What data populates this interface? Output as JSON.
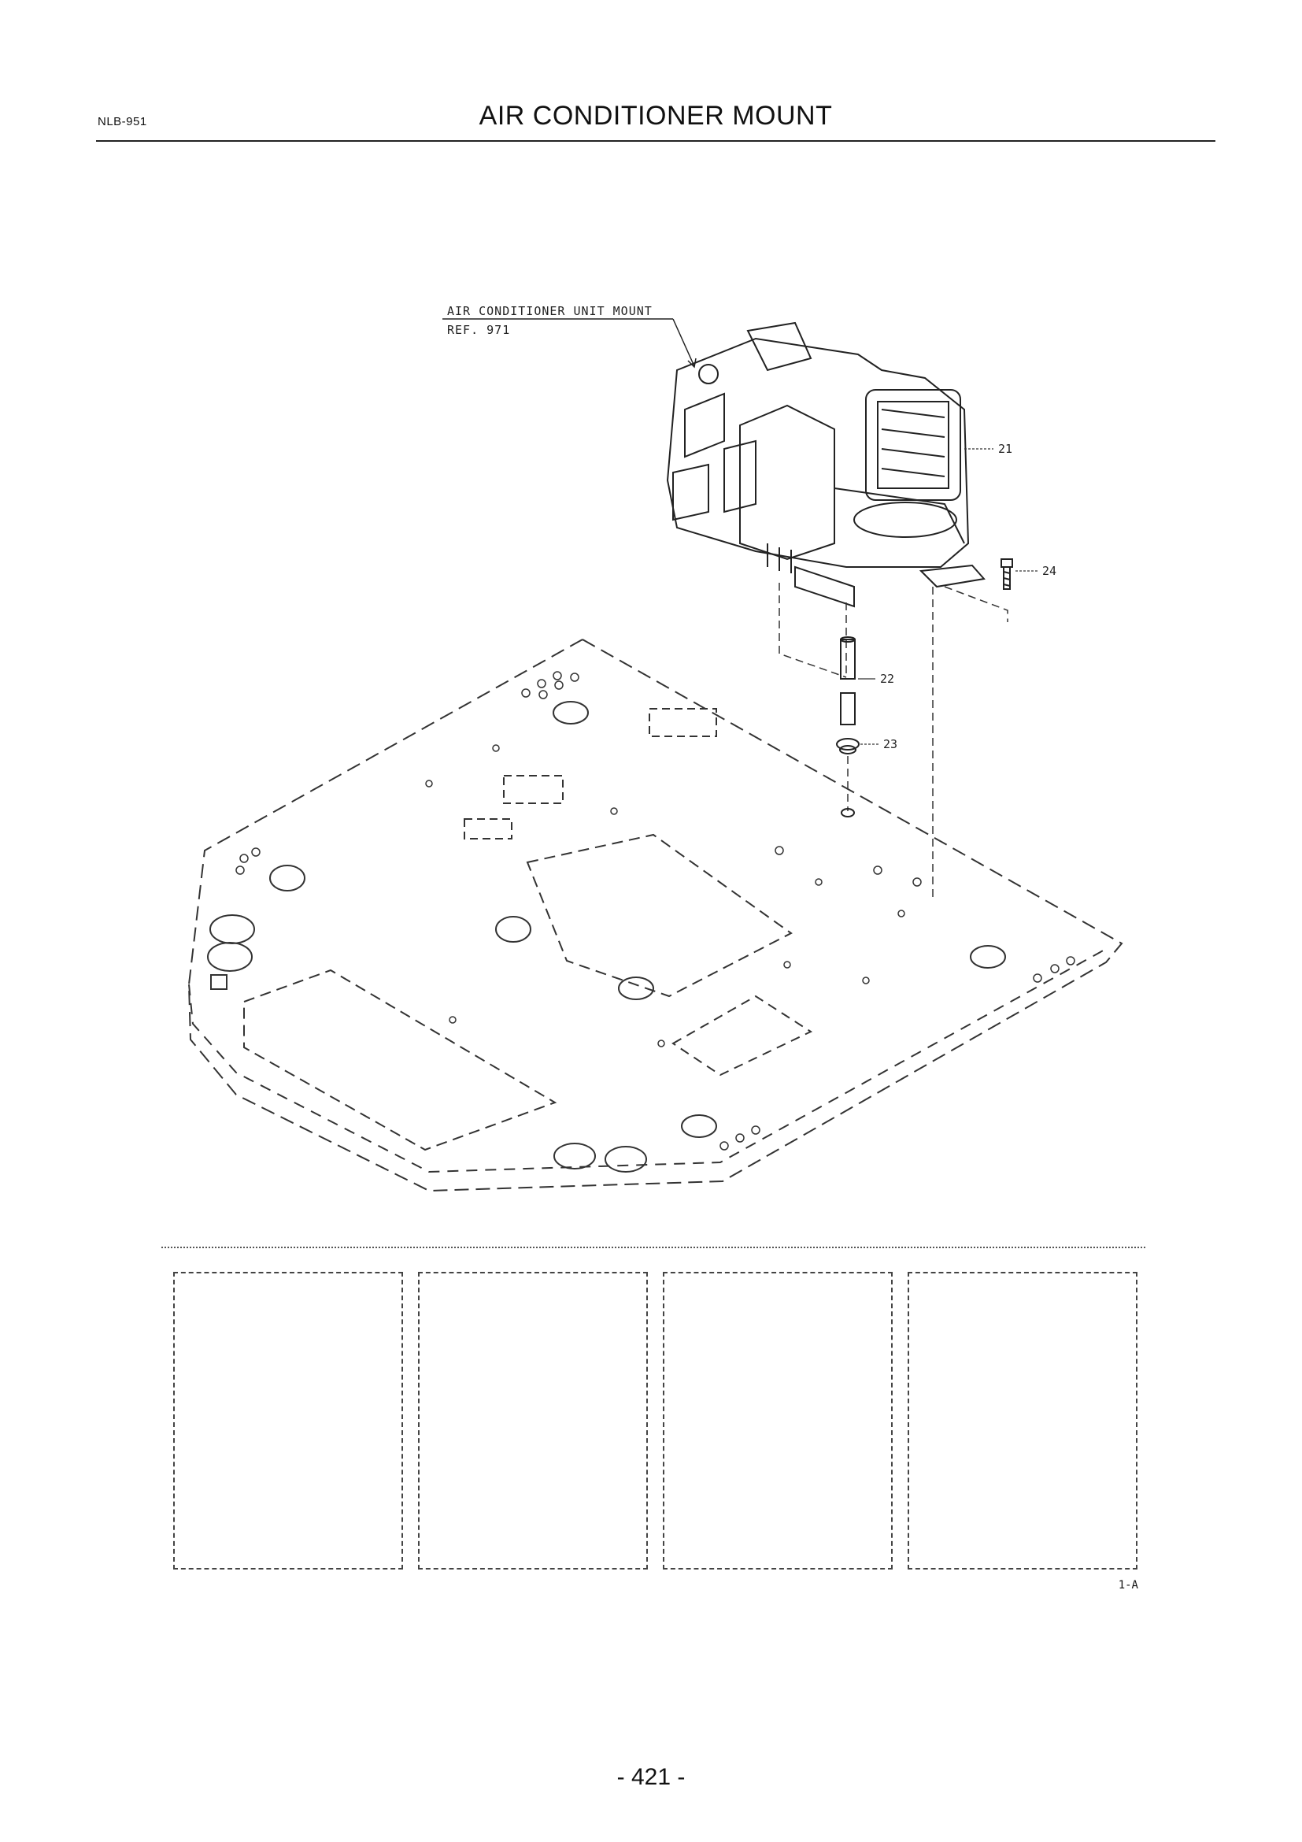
{
  "header": {
    "code": "NLB-951",
    "title": "AIR CONDITIONER MOUNT"
  },
  "diagram": {
    "reference_label_line1": "AIR CONDITIONER UNIT MOUNT",
    "reference_label_line2": "REF. 971",
    "callouts": [
      "21",
      "22",
      "23",
      "24"
    ]
  },
  "footer": {
    "sheet_ref": "1-A",
    "page_number": "- 421 -"
  }
}
